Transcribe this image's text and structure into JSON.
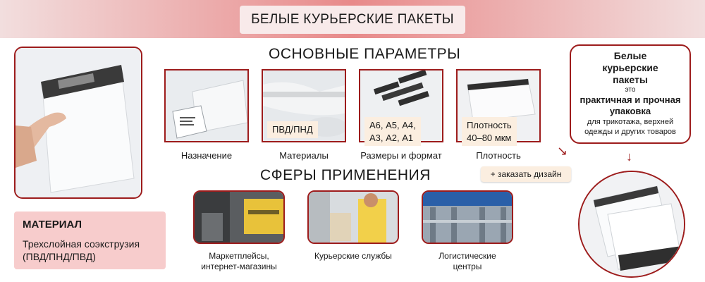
{
  "header": {
    "title": "БЕЛЫЕ КУРЬЕРСКИЕ ПАКЕТЫ"
  },
  "params": {
    "title": "ОСНОВНЫЕ ПАРАМЕТРЫ",
    "items": [
      {
        "caption": "Назначение",
        "label": ""
      },
      {
        "caption": "Материалы",
        "label": "ПВД/ПНД"
      },
      {
        "caption": "Размеры и формат",
        "label_line1": "А6, А5, А4,",
        "label_line2": "А3, А2, А1"
      },
      {
        "caption": "Плотность",
        "label_line1": "Плотность",
        "label_line2": "40–80 мкм"
      }
    ]
  },
  "spheres": {
    "title": "СФЕРЫ ПРИМЕНЕНИЯ",
    "items": [
      {
        "line1": "Маркетплейсы,",
        "line2": "интернет-магазины"
      },
      {
        "line1": "Курьерские службы",
        "line2": ""
      },
      {
        "line1": "Логистические",
        "line2": "центры"
      }
    ]
  },
  "material": {
    "title": "МАТЕРИАЛ",
    "line1": "Трехслойная соэкструзия",
    "line2": "(ПВД/ПНД/ПВД)"
  },
  "info": {
    "head1": "Белые",
    "head2": "курьерские",
    "head3": "пакеты",
    "small": "это",
    "bold1": "практичная и прочная",
    "bold2": "упаковка",
    "text1": "для трикотажа, верхней",
    "text2": "одежды и других товаров"
  },
  "order_button": {
    "label": "+ заказать дизайн"
  },
  "colors": {
    "accent": "#9d1c1c",
    "banner": "#e88a8a",
    "label_bg": "#fbeee0",
    "material_bg": "#f7cccc"
  }
}
